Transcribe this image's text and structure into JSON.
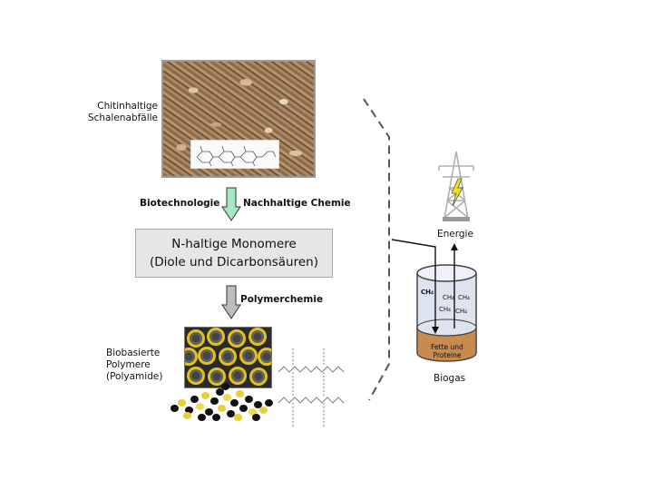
{
  "labels": {
    "shell_waste_line1": "Chitinhaltige",
    "shell_waste_line2": "Schalenabfälle",
    "biotechnology": "Biotechnologie",
    "sustainable_chemistry": "Nachhaltige Chemie",
    "monomer_line1": "N-haltige Monomere",
    "monomer_line2": "(Diole und Dicarbonsäuren)",
    "polymer_chemistry": "Polymerchemie",
    "biobased_line1": "Biobasierte",
    "biobased_line2": "Polymere",
    "biobased_line3": "(Polyamide)",
    "energy": "Energie",
    "biogas": "Biogas",
    "fats_line1": "Fette und",
    "fats_line2": "Proteine",
    "methane_a": "CH₄",
    "methane_b": "CH₄",
    "methane_c": "CH₄",
    "methane_d": "CH₄",
    "methane_e": "CH₄"
  },
  "colors": {
    "arrow_green": "#a8e6c8",
    "arrow_gray": "#bdbdbd",
    "tank_gas": "#dde4f0",
    "tank_liquid": "#c88a4e",
    "lightning": "#f0e020"
  },
  "icons": {
    "power_tower": "power-tower-icon",
    "lightning": "lightning-icon"
  }
}
